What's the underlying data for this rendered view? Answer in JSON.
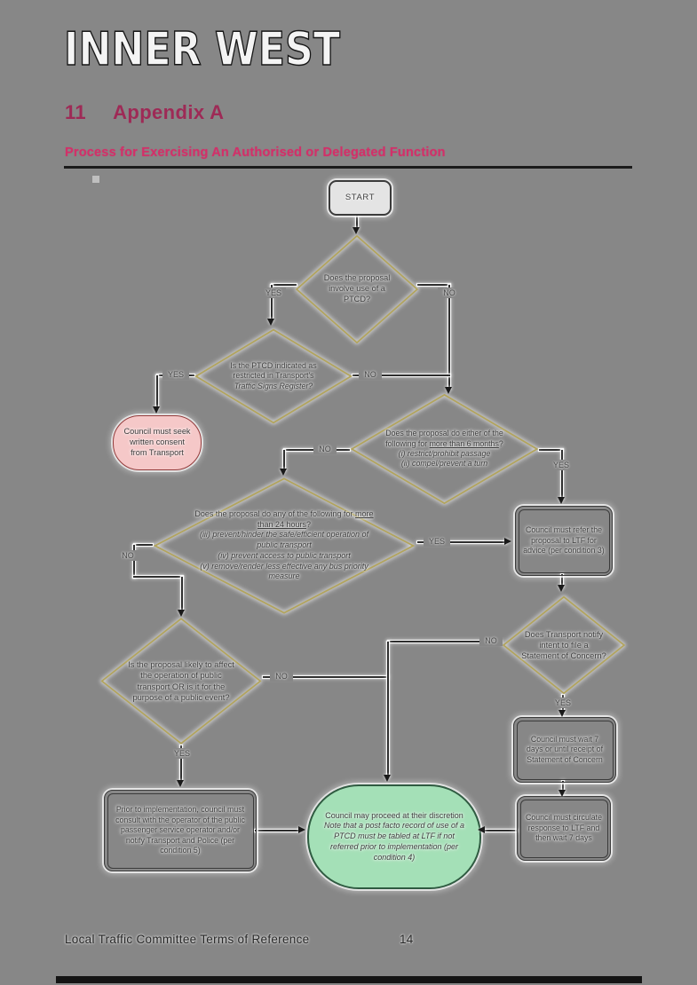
{
  "colors": {
    "page_bg": "#878787",
    "accent_maroon": "#9e2a56",
    "accent_pink": "#d23069",
    "diamond_border": "#b2a45c",
    "box_border": "#3b3b3b",
    "start_fill": "#e4e4e4",
    "pink_fill": "#f5c8c8",
    "pink_border": "#943b3b",
    "green_fill": "#a4e0b7",
    "green_border": "#2f5b41"
  },
  "header": {
    "logo": "INNER WEST",
    "section_number": "11",
    "section_title": "Appendix A",
    "subtitle": "Process for Exercising An Authorised or Delegated Function"
  },
  "footer": {
    "text": "Local Traffic Committee Terms of Reference",
    "page_number": "14"
  },
  "labels": {
    "yes": "YES",
    "no": "NO"
  },
  "nodes": {
    "start": {
      "label": "START"
    },
    "d_ptcd_use": {
      "text": "Does the proposal involve use of a PTCD?"
    },
    "d_ptcd_restricted": {
      "text": "Is the PTCD indicated as restricted in Transport's ",
      "italic": "Traffic Signs Register?"
    },
    "consent": {
      "text": "Council must seek written consent from Transport"
    },
    "d_six_months": {
      "intro": "Does the proposal do either of the following for ",
      "underlined": "more than 6 months",
      "suffix": "?",
      "item1": "(i) restrict/prohibit passage",
      "item2": "(ii) compel/prevent a turn"
    },
    "d_24_hours": {
      "intro": "Does the proposal do any of the following for ",
      "underlined": "more than 24 hours",
      "suffix": "?",
      "item1": "(iii) prevent/hinder the safe/efficient operation of public transport",
      "item2": "(iv) prevent access to public transport",
      "item3": "(v) remove/render less effective any bus priority measure"
    },
    "refer_ltf": {
      "text": "Council must refer the proposal to LTF for advice (per condition 3)"
    },
    "d_statement": {
      "text": "Does Transport notify intent to file a Statement of Concern?"
    },
    "d_affect_transport": {
      "text": "Is the proposal likely to affect the operation of public transport OR is it for the purpose of a public event?"
    },
    "wait_7_days": {
      "text": "Council must wait 7 days or until receipt of Statement of Concern"
    },
    "circulate_response": {
      "text": "Council must circulate response to LTF and then wait 7 days"
    },
    "proceed": {
      "text": "Council may proceed at their discretion",
      "note": "Note that a post facto record of use of a PTCD must be tabled at LTF if not referred prior to implementation (per condition 4)"
    },
    "consult": {
      "text": "Prior to implementation, council must consult with the operator of the public passenger service operator and/or notify Transport and Police (per condition 5)"
    }
  }
}
